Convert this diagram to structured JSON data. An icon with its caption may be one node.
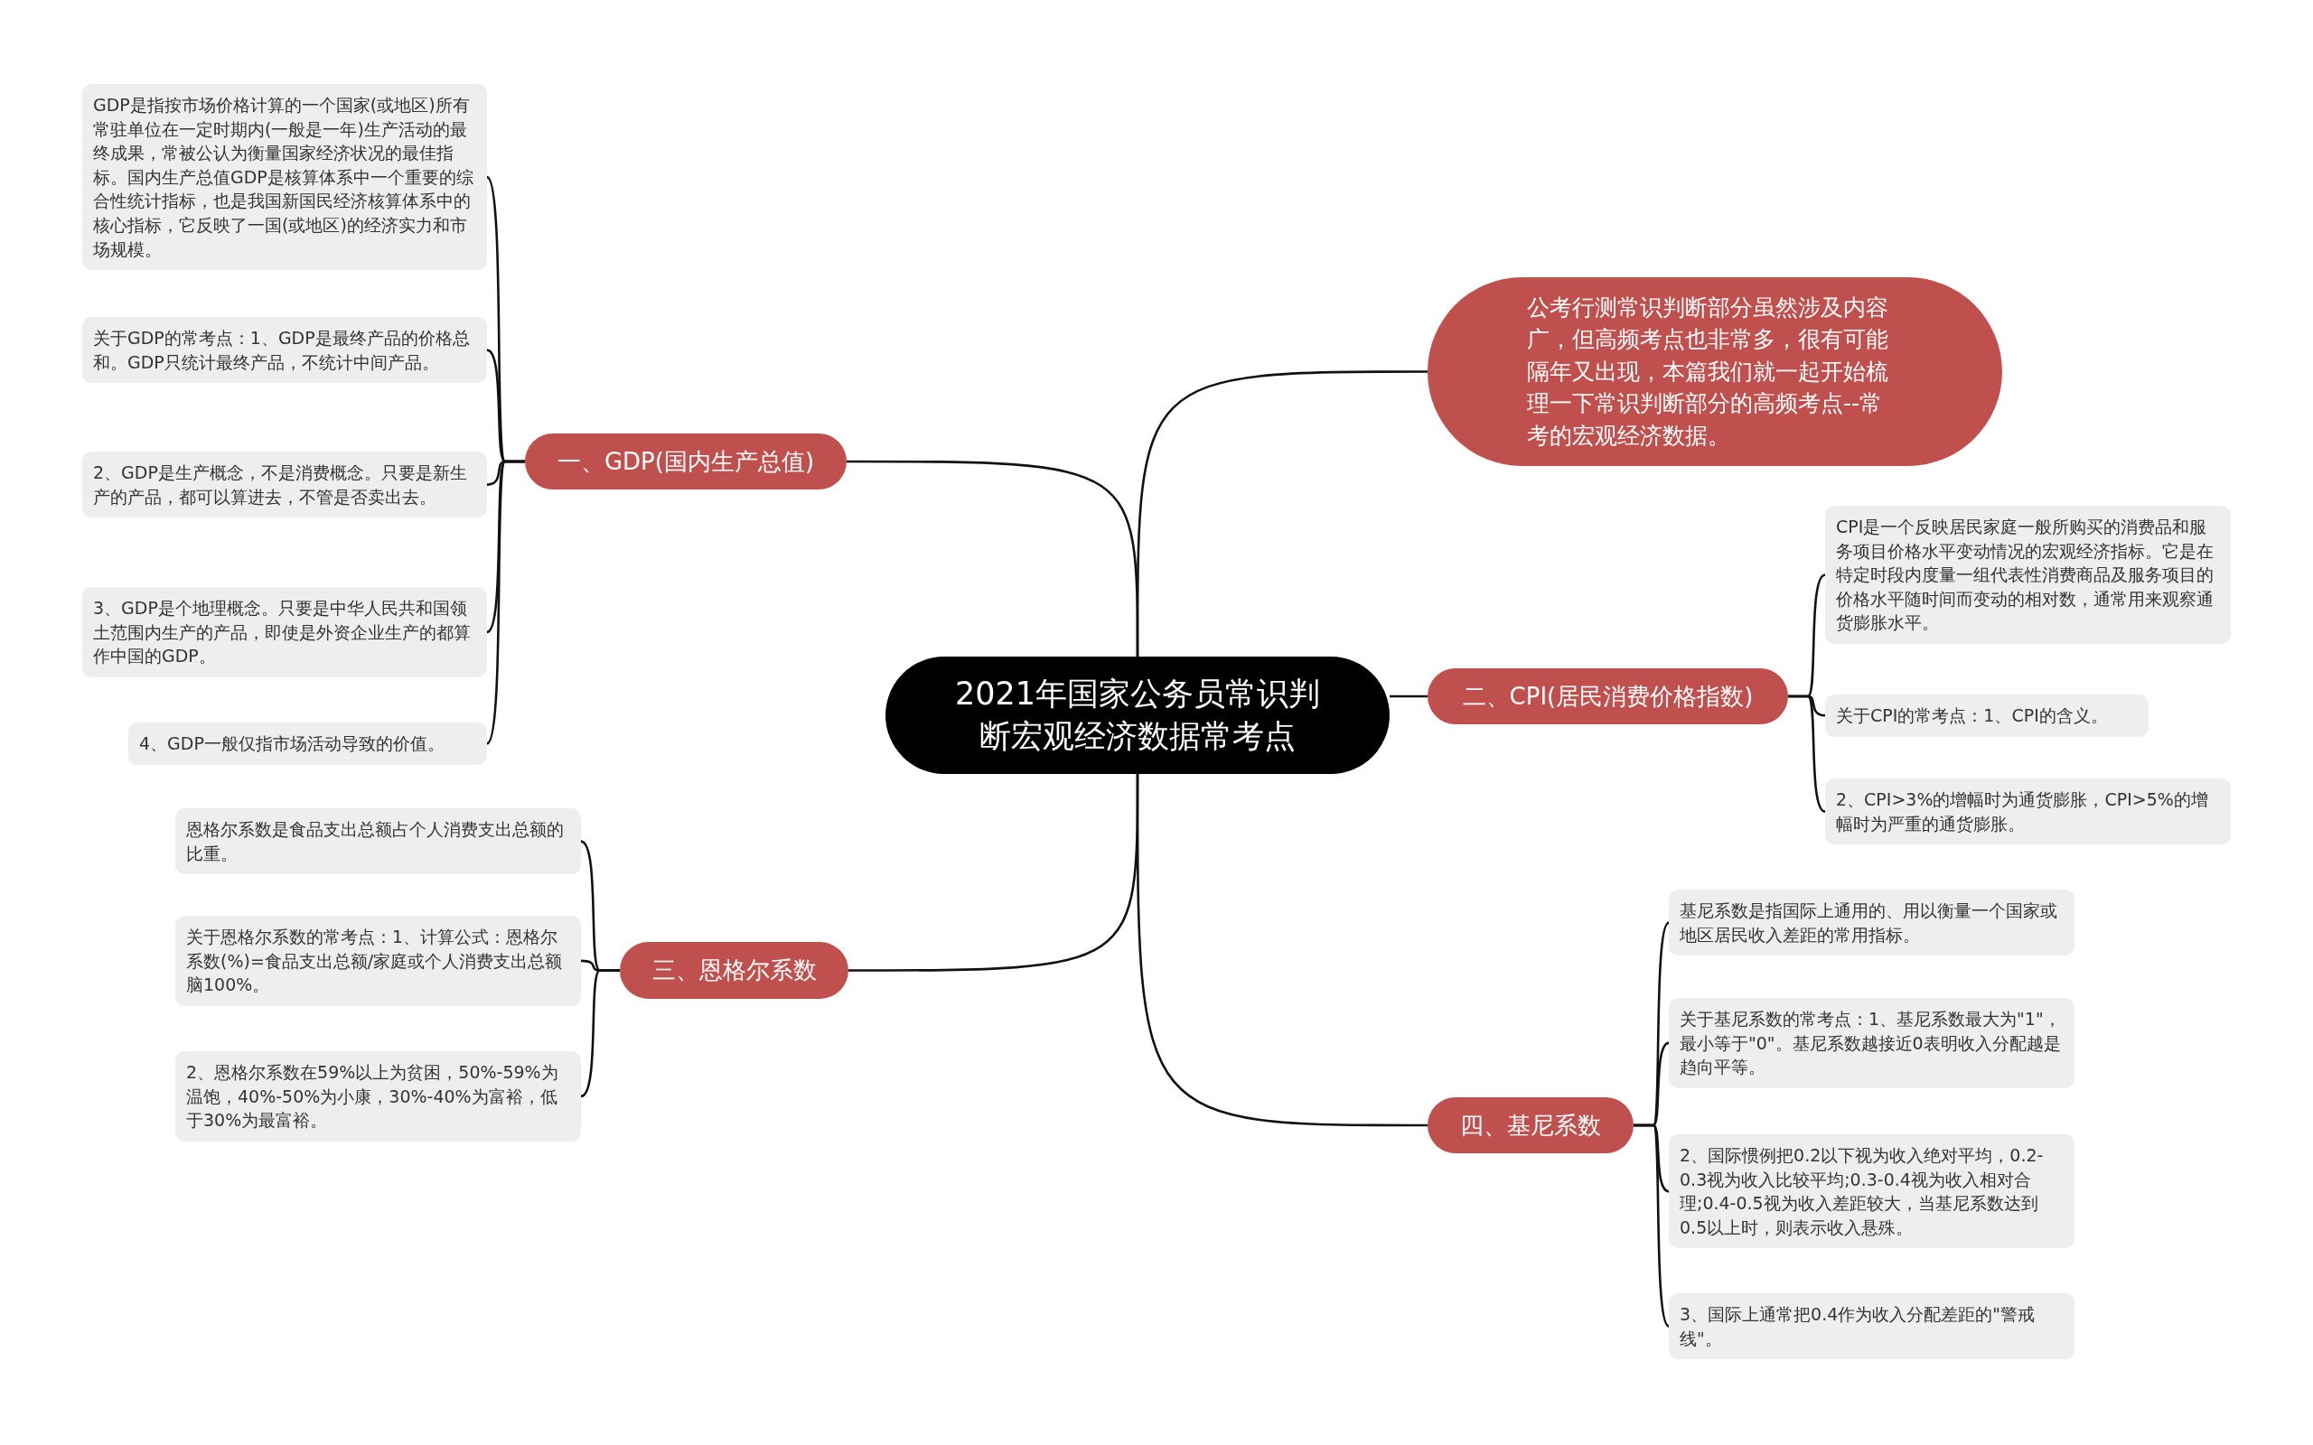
{
  "diagram": {
    "nodes": [
      {
        "text": [
          "2021年国家公务员常识判断宏观经济数据常考点"
        ]
      },
      {
        "text": [
          "公考行测常识判断部分虽然涉及内容广，但高频考点也非常多，很有可能隔年又出现，本篇我们就一起开始梳理一下常识判断部分的高频考点--常考的宏观经济数据。"
        ]
      },
      {
        "text": [
          "一、GDP(国内生产总值)"
        ]
      },
      {
        "text": [
          "GDP是指按市场价格计算的一个国家(或地区)所有常驻单位在一定时期内(一般是一年)生产活动的最终成果，常被公认为衡量国家经济状况的最佳指标。国内生产总值GDP是核算体系中一个重要的综合性统计指标，也是我国新国民经济核算体系中的核心指标，它反映了一国(或地区)的经济实力和市场规模。"
        ]
      },
      {
        "text": [
          "关于GDP的常考点：1、GDP是最终产品的价格总和。GDP只统计最终产品，不统计中间产品。"
        ]
      },
      {
        "text": [
          "2、GDP是生产概念，不是消费概念。只要是新生产的产品，都可以算进去，不管是否卖出去。"
        ]
      },
      {
        "text": [
          "3、GDP是个地理概念。只要是中华人民共和国领土范围内生产的产品，即使是外资企业生产的都算作中国的GDP。"
        ]
      },
      {
        "text": [
          "4、GDP一般仅指市场活动导致的价值。"
        ]
      },
      {
        "text": [
          "二、CPI(居民消费价格指数)"
        ]
      },
      {
        "text": [
          "CPI是一个反映居民家庭一般所购买的消费品和服务项目价格水平变动情况的宏观经济指标。它是在特定时段内度量一组代表性消费商品及服务项目的价格水平随时间而变动的相对数，通常用来观察通货膨胀水平。"
        ]
      },
      {
        "text": [
          "关于CPI的常考点：1、CPI的含义。"
        ]
      },
      {
        "text": [
          "2、CPI>3%的增幅时为通货膨胀，CPI>5%的增幅时为严重的通货膨胀。"
        ]
      },
      {
        "text": [
          "三、恩格尔系数"
        ]
      },
      {
        "text": [
          "恩格尔系数是食品支出总额占个人消费支出总额的比重。"
        ]
      },
      {
        "text": [
          "关于恩格尔系数的常考点：1、计算公式：恩格尔系数(%)=食品支出总额/家庭或个人消费支出总额脑100%。"
        ]
      },
      {
        "text": [
          "2、恩格尔系数在59%以上为贫困，50%-59%为温饱，40%-50%为小康，30%-40%为富裕，低于30%为最富裕。"
        ]
      },
      {
        "text": [
          "四、基尼系数"
        ]
      },
      {
        "text": [
          "基尼系数是指国际上通用的、用以衡量一个国家或地区居民收入差距的常用指标。"
        ]
      },
      {
        "text": [
          "关于基尼系数的常考点：1、基尼系数最大为\"1\"，最小等于\"0\"。基尼系数越接近0表明收入分配越是趋向平等。"
        ]
      },
      {
        "text": [
          "2、国际惯例把0.2以下视为收入绝对平均，0.2-0.3视为收入比较平均;0.3-0.4视为收入相对合理;0.4-0.5视为收入差距较大，当基尼系数达到0.5以上时，则表示收入悬殊。"
        ]
      },
      {
        "text": [
          "3、国际上通常把0.4作为收入分配差距的\"警戒线\"。"
        ]
      }
    ],
    "edges": [
      {
        "from": 0,
        "to": 1,
        "arrow": "none"
      },
      {
        "from": 0,
        "to": 2,
        "arrow": "none"
      },
      {
        "from": 2,
        "to": 3,
        "arrow": "none"
      },
      {
        "from": 2,
        "to": 4,
        "arrow": "none"
      },
      {
        "from": 2,
        "to": 5,
        "arrow": "none"
      },
      {
        "from": 2,
        "to": 6,
        "arrow": "none"
      },
      {
        "from": 2,
        "to": 7,
        "arrow": "none"
      },
      {
        "from": 0,
        "to": 8,
        "arrow": "none"
      },
      {
        "from": 8,
        "to": 9,
        "arrow": "none"
      },
      {
        "from": 8,
        "to": 10,
        "arrow": "none"
      },
      {
        "from": 8,
        "to": 11,
        "arrow": "none"
      },
      {
        "from": 0,
        "to": 12,
        "arrow": "none"
      },
      {
        "from": 12,
        "to": 13,
        "arrow": "none"
      },
      {
        "from": 12,
        "to": 14,
        "arrow": "none"
      },
      {
        "from": 12,
        "to": 15,
        "arrow": "none"
      },
      {
        "from": 0,
        "to": 16,
        "arrow": "none"
      },
      {
        "from": 16,
        "to": 17,
        "arrow": "none"
      },
      {
        "from": 16,
        "to": 18,
        "arrow": "none"
      },
      {
        "from": 16,
        "to": 19,
        "arrow": "none"
      },
      {
        "from": 16,
        "to": 20,
        "arrow": "none"
      }
    ]
  }
}
